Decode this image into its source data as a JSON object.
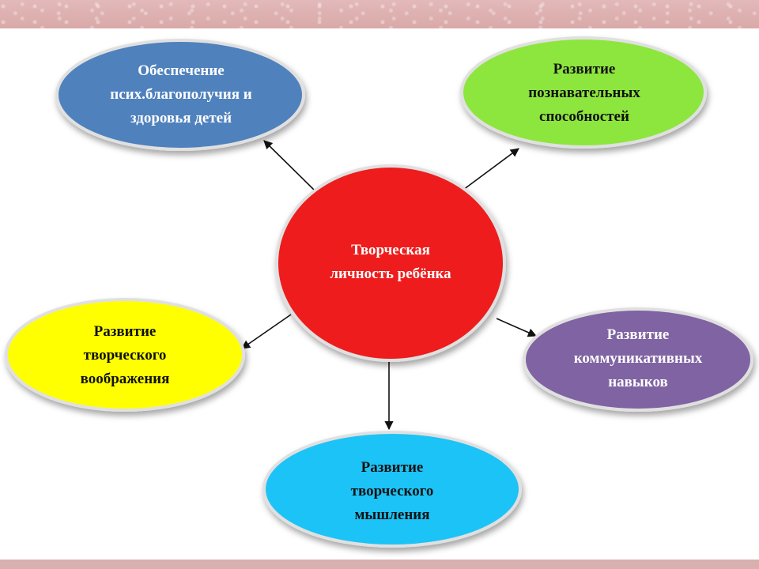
{
  "center": {
    "label": "Творческая\nличность ребёнка",
    "color": "#ee1c1c"
  },
  "nodes": [
    {
      "id": "health",
      "label": "Обеспечение\nпсих.благополучия и\nздоровья детей",
      "color": "#4f81bd"
    },
    {
      "id": "cognitive",
      "label": "Развитие\nпознавательных\nспособностей",
      "color": "#8de63c"
    },
    {
      "id": "imagination",
      "label": "Развитие\nтворческого\nвоображения",
      "color": "#ffff00"
    },
    {
      "id": "communication",
      "label": "Развитие\nкоммуникативных\nнавыков",
      "color": "#8064a2"
    },
    {
      "id": "thinking",
      "label": "Развитие\nтворческого\nмышления",
      "color": "#1ec3f6"
    }
  ],
  "colors": {
    "top_band": "#dcaeae",
    "arrow": "#111111",
    "ellipse_border": "#d9d9d9"
  }
}
